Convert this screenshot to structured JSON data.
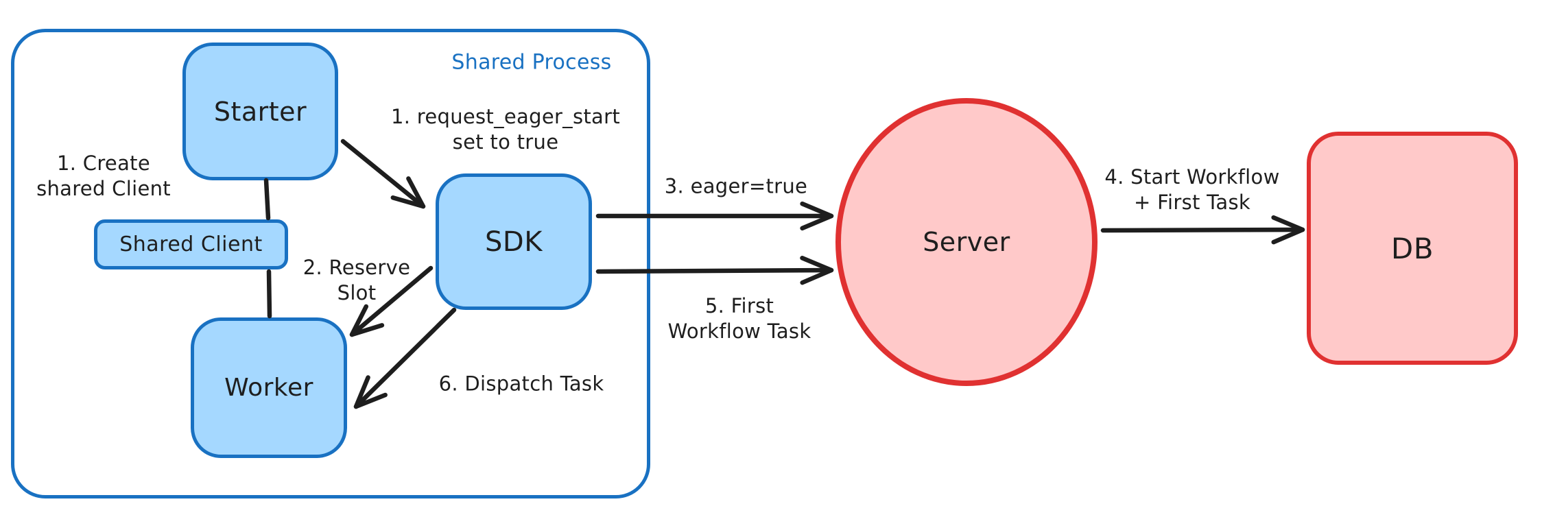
{
  "diagram": {
    "container_label": "Shared Process",
    "nodes": {
      "starter": "Starter",
      "shared_client": "Shared Client",
      "worker": "Worker",
      "sdk": "SDK",
      "server": "Server",
      "db": "DB"
    },
    "annotations": {
      "create_client": {
        "line1": "1. Create",
        "line2": "shared Client"
      },
      "request_eager": {
        "line1": "1. request_eager_start",
        "line2": "set to true"
      },
      "reserve_slot": {
        "line1": "2. Reserve",
        "line2": "Slot"
      },
      "eager_true": {
        "line1": "3. eager=true"
      },
      "start_workflow": {
        "line1": "4. Start Workflow",
        "line2": "+ First Task"
      },
      "first_task": {
        "line1": "5. First",
        "line2": "Workflow Task"
      },
      "dispatch_task": {
        "line1": "6. Dispatch Task"
      }
    },
    "colors": {
      "blue_stroke": "#1971c2",
      "blue_fill": "#a5d8ff",
      "red_stroke": "#e03131",
      "red_fill": "#ffc9c9",
      "ink": "#1e1e1e",
      "background": "#ffffff"
    }
  }
}
